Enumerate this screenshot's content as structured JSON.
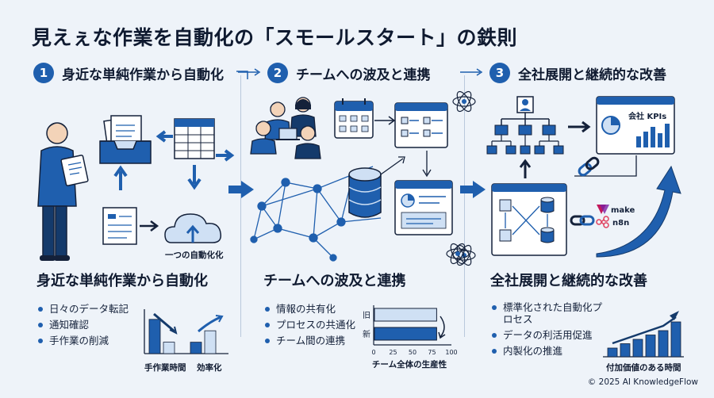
{
  "title": "見えぇな作業を自動化の「スモールスタート」の鉄則",
  "colors": {
    "primary": "#1f5fae",
    "dark": "#143a6b",
    "light": "#cfe0f4",
    "bg": "#eef3f9"
  },
  "steps": [
    {
      "num": "1",
      "label": "身近な単純作業から自動化"
    },
    {
      "num": "2",
      "label": "チームへの波及と連携"
    },
    {
      "num": "3",
      "label": "全社展開と継続的な改善"
    }
  ],
  "section1": {
    "cloud_caption": "一つの自動化化",
    "subtitle": "身近な単純作業から自動化",
    "bullets": [
      "日々のデータ転記",
      "通知確認",
      "手作業の削減"
    ],
    "chart_labels": [
      "手作業時間",
      "効率化"
    ]
  },
  "section2": {
    "subtitle": "チームへの波及と連携",
    "bullets": [
      "情報の共有化",
      "プロセスの共通化",
      "チーム間の連携"
    ]
  },
  "section3": {
    "kpi_label": "会社 KPIs",
    "tools": [
      "make",
      "n8n"
    ],
    "subtitle": "全社展開と継続的な改善",
    "bullets": [
      "標準化された自動化プロセス",
      "データの利活用促進",
      "内製化の推進"
    ],
    "chart_caption": "付加価値のある時間"
  },
  "footer": "© 2025 AI KnowledgeFlow",
  "chart_data": [
    {
      "type": "bar",
      "categories": [
        "手作業時間",
        "効率化"
      ],
      "series": [
        {
          "values": [
            9,
            3
          ]
        },
        {
          "values": [
            3,
            6
          ]
        }
      ]
    },
    {
      "type": "bar",
      "orientation": "horizontal",
      "categories": [
        "旧",
        "新"
      ],
      "values": [
        80,
        80
      ],
      "xlabel": "チーム全体の生産性",
      "xticks": [
        0,
        25,
        50,
        75,
        100
      ],
      "xlim": [
        0,
        100
      ]
    },
    {
      "type": "bar",
      "values": [
        2,
        3,
        4,
        5,
        6,
        8
      ],
      "xlabel": "付加価値のある時間"
    }
  ]
}
